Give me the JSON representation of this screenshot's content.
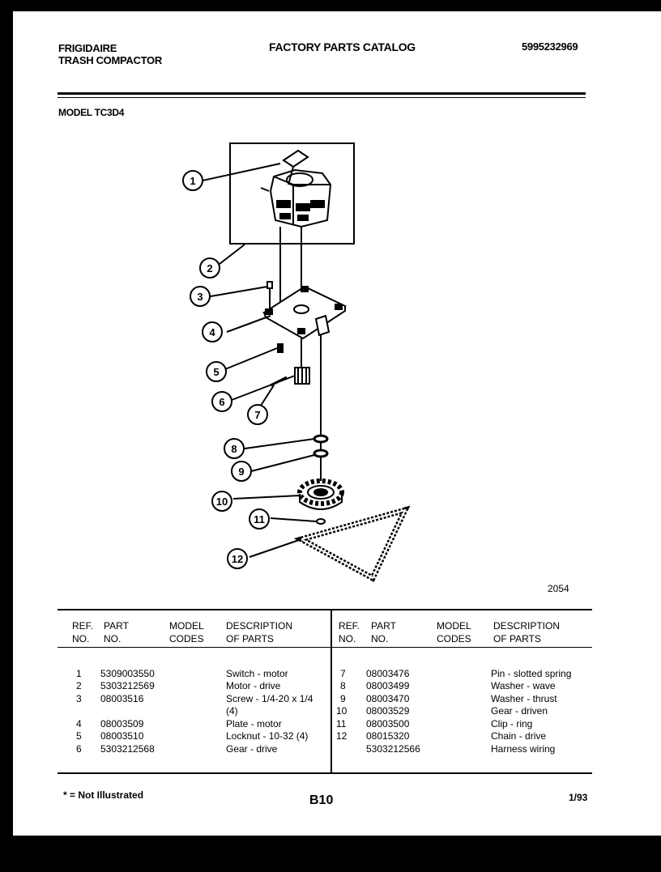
{
  "header": {
    "brand": "FRIGIDAIRE",
    "product": "TRASH COMPACTOR",
    "catalog_title": "FACTORY PARTS CATALOG",
    "catalog_number": "5995232969",
    "model": "MODEL TC3D4"
  },
  "diagram": {
    "figure_number": "2054",
    "callouts": [
      "1",
      "2",
      "3",
      "4",
      "5",
      "6",
      "7",
      "8",
      "9",
      "10",
      "11",
      "12"
    ]
  },
  "table": {
    "headers": {
      "ref": [
        "REF.",
        "NO."
      ],
      "part": [
        "PART",
        "NO."
      ],
      "model": [
        "MODEL",
        "CODES"
      ],
      "desc": [
        "DESCRIPTION",
        "OF PARTS"
      ]
    },
    "left_rows": [
      {
        "ref": "1",
        "part": "5309003550",
        "desc": "Switch - motor"
      },
      {
        "ref": "2",
        "part": "5303212569",
        "desc": "Motor - drive"
      },
      {
        "ref": "3",
        "part": "08003516",
        "desc": "Screw - 1/4-20 x 1/4"
      },
      {
        "ref": "",
        "part": "",
        "desc": "(4)"
      },
      {
        "ref": "4",
        "part": "08003509",
        "desc": "Plate - motor"
      },
      {
        "ref": "5",
        "part": "08003510",
        "desc": "Locknut - 10-32 (4)"
      },
      {
        "ref": "6",
        "part": "5303212568",
        "desc": "Gear - drive"
      }
    ],
    "right_rows": [
      {
        "ref": "7",
        "part": "08003476",
        "desc": "Pin - slotted spring"
      },
      {
        "ref": "8",
        "part": "08003499",
        "desc": "Washer - wave"
      },
      {
        "ref": "9",
        "part": "08003470",
        "desc": "Washer - thrust"
      },
      {
        "ref": "10",
        "part": "08003529",
        "desc": "Gear - driven"
      },
      {
        "ref": "11",
        "part": "08003500",
        "desc": "Clip - ring"
      },
      {
        "ref": "12",
        "part": "08015320",
        "desc": "Chain - drive"
      },
      {
        "ref": "",
        "part": "5303212566",
        "desc": "Harness wiring"
      }
    ]
  },
  "footer": {
    "note": "* = Not Illustrated",
    "page": "B10",
    "date": "1/93"
  }
}
